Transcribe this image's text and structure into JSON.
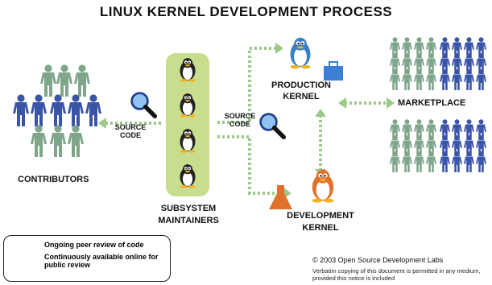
{
  "title": "LINUX KERNEL DEVELOPMENT PROCESS",
  "nodes": {
    "contributors": "CONTRIBUTORS",
    "subsystem_maintainers": [
      "SUBSYSTEM",
      "MAINTAINERS"
    ],
    "production_kernel": [
      "PRODUCTION",
      "KERNEL"
    ],
    "development_kernel": [
      "DEVELOPMENT",
      "KERNEL"
    ],
    "marketplace": "MARKETPLACE"
  },
  "edge_labels": {
    "source_code_left": [
      "SOURCE",
      "CODE"
    ],
    "source_code_right": [
      "SOURCE",
      "CODE"
    ]
  },
  "legend": {
    "item1": "Ongoing peer review of code",
    "item2": "Continuously available online for public review"
  },
  "footer": {
    "copyright": "© 2003 Open Source Development Labs",
    "permission": "Verbatim copying of this document is permitted in any medium, provided this notice is included"
  },
  "colors": {
    "person_green": "#7fa68a",
    "person_blue": "#3a55a8",
    "arrow_green": "#9cc98a",
    "maintainer_panel": "#c9dd8f",
    "magnifier_blue": "#3d7fd6",
    "penguin_blue": "#3a7fc4",
    "penguin_orange": "#e0702a"
  },
  "icons": {
    "people": "person-icon",
    "magnifier": "magnifier-icon",
    "penguin": "penguin-icon",
    "briefcase": "briefcase-icon",
    "flask": "flask-icon"
  }
}
